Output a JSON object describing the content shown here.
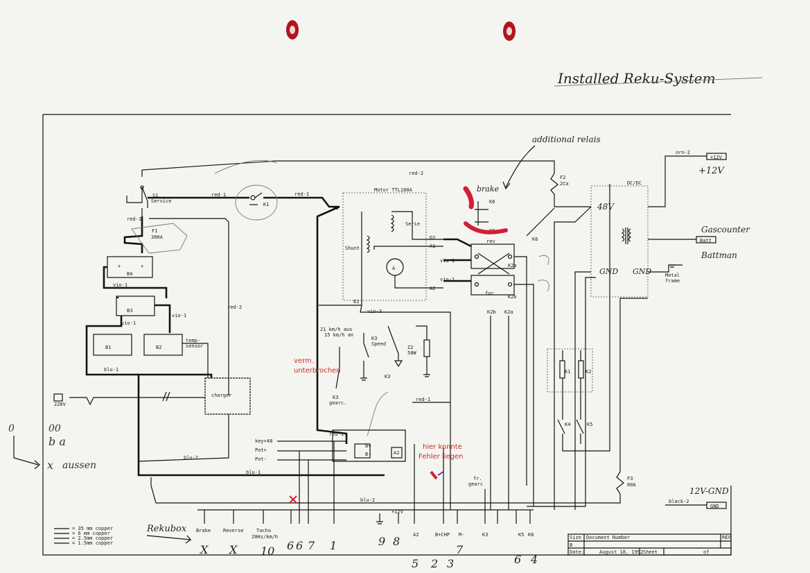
{
  "title": "Installed Reku-System",
  "annotations": {
    "additional_relais": "additional relais",
    "brake_hand": "brake",
    "plus12v": "+12V",
    "gaz_counter": "Gascounter",
    "battman": "Battman",
    "verm": "verm.",
    "unterbrochen": "unterbrochen",
    "hier_konnte": "hier konnte",
    "fehler_liegen": "Fehler liegen",
    "rekubox": "Rekubox",
    "aussen": "aussen",
    "legend_ba": "b a",
    "hand_12v_gnd": "12V-GND",
    "hand_48v": "48V",
    "hand_gnd": "GND",
    "hand_gnd2": "GND"
  },
  "components": {
    "s1": "S1",
    "service": "Service",
    "k1": "K1",
    "f1": "F1",
    "f1_val": "300A",
    "b4": "B4",
    "b3": "B3",
    "b1": "B1",
    "b2": "B2",
    "charger": "charger",
    "temp_sensor": "temp-\nsensor",
    "v220": "220V",
    "motor": "Motor TTL180A",
    "serie": "Serie",
    "shunt": "Shunt",
    "armature": "A",
    "e2": "E2",
    "f2": "F2",
    "f2_val": "2Ca",
    "dcdc": "DC/DC",
    "k6": "K6",
    "k5": "K5",
    "rev": "rev",
    "for": "for",
    "k2a": "K2a",
    "k2b": "K2b",
    "k3": "K3",
    "k3_speed": "K3\nSpeed",
    "k3_gearc": "K3\ngearc.",
    "speed_note": "21 km/h aus\n15 km/h an",
    "z2": "Z2\n50W",
    "k1_relay": "K1",
    "k2_relay": "K2",
    "k4": "K4",
    "k5b": "K5",
    "f3": "F3",
    "f3_val": "80A",
    "metal_frame": "Metal\nframe",
    "k2b_lbl": "K2b",
    "k2a_lbl": "K2a"
  },
  "wires": {
    "red1_a": "red-1",
    "red1_b": "red-1",
    "red1_c": "red-1",
    "red1_d": "red-1",
    "red1_e": "red-1",
    "red2_top": "red-2",
    "red2_left": "red-2",
    "vio1_a": "vio-1",
    "vio1_b": "vio-1",
    "vio1_c": "vio-1",
    "vio1_d": "vio-1",
    "vio1_e": "vio-1",
    "vio3": "vio-3",
    "blu1_a": "blu-1",
    "blu1_b": "blu-1",
    "blu2_a": "blu-2",
    "blu2_b": "blu-2",
    "orn2": "orn-2",
    "black2": "black-2",
    "plus12_out": "+12V",
    "batt": "Batt",
    "key48": "key+48",
    "pot_plus": "Pot+",
    "pot_minus": "Pot-",
    "b_plus": "B+",
    "b_minus": "B-",
    "a2": "A2",
    "gnd_out": "GND"
  },
  "connectors": [
    {
      "label": "Brake",
      "mark": "X"
    },
    {
      "label": "Reverse",
      "mark": "X"
    },
    {
      "label": "Tacho\n20Hz/km/h",
      "mark": "10"
    },
    {
      "label": "",
      "mark": "6"
    },
    {
      "label": "",
      "mark": "6"
    },
    {
      "label": "",
      "mark": "7"
    },
    {
      "label": "",
      "mark": "1"
    },
    {
      "label": "",
      "mark": "9"
    },
    {
      "label": "+12V",
      "mark": "8"
    },
    {
      "label": "A2",
      "mark": "5"
    },
    {
      "label": "B+CHP",
      "mark": "2"
    },
    {
      "label": "M-",
      "mark": "3"
    },
    {
      "label": "fr.\ngearc",
      "mark": "7"
    },
    {
      "label": "K3",
      "mark": "6"
    },
    {
      "label": "K5",
      "mark": "4"
    },
    {
      "label": "K6",
      "mark": ""
    }
  ],
  "legend": [
    "= 35 mm copper",
    "= 6 mm copper",
    "= 2.5mm copper",
    "= 1.5mm copper"
  ],
  "title_block": {
    "size_label": "Size",
    "size": "B",
    "docnum_label": "Document Number",
    "rev_label": "REV",
    "date_label": "Date:",
    "date": "August 18, 1992",
    "sheet_label": "Sheet",
    "of_label": "of"
  }
}
